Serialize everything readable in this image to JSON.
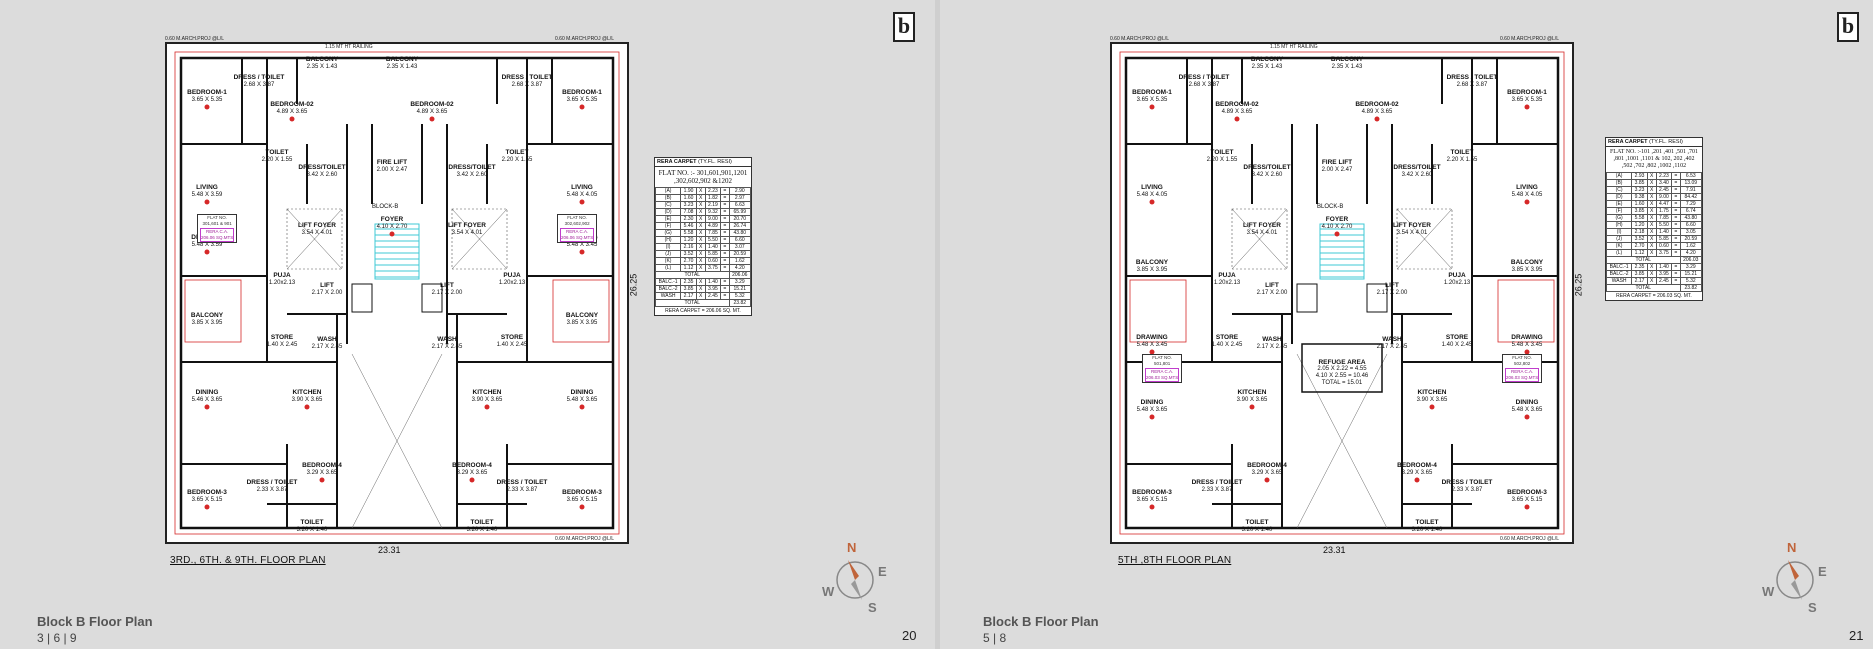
{
  "pages": [
    {
      "plan_title": "3RD., 6TH. & 9TH. FLOOR PLAN",
      "footer_title": "Block B Floor Plan",
      "footer_sub": "3 | 6 | 9",
      "page_number": "20",
      "width_dim": "23.31",
      "height_dim": "26.25",
      "edge_top_left": "0.60 M.ARCH.PROJ @L/L",
      "edge_top_right": "0.60 M.ARCH.PROJ @L/L",
      "edge_bottom_right": "0.60 M.ARCH.PROJ @L/L",
      "edge_railing": "1.15 MT HT RAILING",
      "rooms": {
        "bed1_l": {
          "name": "BEDROOM-1",
          "size": "3.65 X 5.35"
        },
        "dress1_l": {
          "name": "DRESS / TOILET",
          "size": "2.68 X 3.87"
        },
        "bed2_l": {
          "name": "BEDROOM-02",
          "size": "4.89 X 3.65"
        },
        "balc_top_l": {
          "name": "BALCONY",
          "size": "2.35 X 1.43"
        },
        "balc_top_r": {
          "name": "BALCONY",
          "size": "2.35 X 1.43"
        },
        "bed2_r": {
          "name": "BEDROOM-02",
          "size": "4.89 X 3.65"
        },
        "dress1_r": {
          "name": "DRESS / TOILET",
          "size": "2.68 X 3.87"
        },
        "bed1_r": {
          "name": "BEDROOM-1",
          "size": "3.65 X 5.35"
        },
        "living_l": {
          "name": "LIVING",
          "size": "5.48 X 3.59"
        },
        "living_r": {
          "name": "LIVING",
          "size": "5.48 X 4.05"
        },
        "toilet_l": {
          "name": "TOILET",
          "size": "2.20 X 1.55"
        },
        "dresstoilet_cl": {
          "name": "DRESS/TOILET",
          "size": "3.42 X 2.60"
        },
        "firelift": {
          "name": "FIRE LIFT",
          "size": "2.00 X 2.47"
        },
        "dresstoilet_cr": {
          "name": "DRESS/TOILET",
          "size": "3.42 X 2.60"
        },
        "toilet_r": {
          "name": "TOILET",
          "size": "2.20 X 1.55"
        },
        "drawing_l": {
          "name": "DRAWING",
          "size": "5.48 X 3.59"
        },
        "drawing_r": {
          "name": "DRAWING",
          "size": "5.48 X 3.45"
        },
        "liftfoyer_l": {
          "name": "LIFT FOYER",
          "size": "3.54 X 4.01"
        },
        "foyer": {
          "name": "FOYER",
          "size": "4.10 X 2.70"
        },
        "liftfoyer_r": {
          "name": "LIFT FOYER",
          "size": "3.54 X 4.01"
        },
        "balcony_ml": {
          "name": "BALCONY",
          "size": "3.85 X 3.95"
        },
        "balcony_mr": {
          "name": "BALCONY",
          "size": "3.85 X 3.95"
        },
        "puja_l": {
          "name": "PUJA",
          "size": "1.20x2.13"
        },
        "lift_l": {
          "name": "LIFT",
          "size": "2.17 X 2.00"
        },
        "lift_r": {
          "name": "LIFT",
          "size": "2.17 X 2.00"
        },
        "puja_r": {
          "name": "PUJA",
          "size": "1.20x2.13"
        },
        "store_l": {
          "name": "STORE",
          "size": "1.40 X 2.45"
        },
        "wash_l": {
          "name": "WASH",
          "size": "2.17 X 2.45"
        },
        "wash_r": {
          "name": "WASH",
          "size": "2.17 X 2.45"
        },
        "store_r": {
          "name": "STORE",
          "size": "1.40 X 2.45"
        },
        "dining_l": {
          "name": "DINING",
          "size": "5.46 X 3.65"
        },
        "kitchen_l": {
          "name": "KITCHEN",
          "size": "3.90 X 3.65"
        },
        "kitchen_r": {
          "name": "KITCHEN",
          "size": "3.90 X 3.65"
        },
        "dining_r": {
          "name": "DINING",
          "size": "5.48 X 3.65"
        },
        "bed4_l": {
          "name": "BEDROOM-4",
          "size": "3.29 X 3.65"
        },
        "bed4_r": {
          "name": "BEDROOM-4",
          "size": "3.29 X 3.65"
        },
        "bed3_l": {
          "name": "BEDROOM-3",
          "size": "3.65 X 5.15"
        },
        "dress3_l": {
          "name": "DRESS / TOILET",
          "size": "2.33 X 3.87"
        },
        "dress3_r": {
          "name": "DRESS / TOILET",
          "size": "2.33 X 3.87"
        },
        "bed3_r": {
          "name": "BEDROOM-3",
          "size": "3.65 X 5.15"
        },
        "toilet_bl": {
          "name": "TOILET",
          "size": "3.20 X 1.40"
        },
        "toilet_br": {
          "name": "TOILET",
          "size": "3.20 X 1.40"
        }
      },
      "flat_l": {
        "label": "FLAT NO.",
        "nos": "301,601 & 901",
        "rera": "RERA C.A.",
        "area": "206.06 SQ.MTS"
      },
      "flat_r": {
        "label": "FLAT NO.",
        "nos": "302,602,902",
        "rera": "RERA C.A.",
        "area": "206.06 SQ.MTS"
      },
      "block": "BLOCK-B",
      "rera_header": "RERA CARPET",
      "rera_header_sub": "(TY.FL. RESI)",
      "rera_flat": "FLAT NO. :- 301,601,901,1201 ,302,602,902 &1202",
      "rera_rows": [
        [
          "(A)",
          "1.90",
          "X",
          "2.23",
          "=",
          "2.90"
        ],
        [
          "(B)",
          "1.60",
          "X",
          "1.82",
          "=",
          "2.97"
        ],
        [
          "(C)",
          "3.23",
          "X",
          "2.19",
          "=",
          "6.63"
        ],
        [
          "(D)",
          "7.08",
          "X",
          "9.32",
          "=",
          "65.99"
        ],
        [
          "(E)",
          "2.30",
          "X",
          "9.00",
          "=",
          "20.70"
        ],
        [
          "(F)",
          "5.46",
          "X",
          "4.89",
          "=",
          "26.74"
        ],
        [
          "(G)",
          "5.58",
          "X",
          "7.85",
          "=",
          "43.80"
        ],
        [
          "(H)",
          "1.20",
          "X",
          "5.50",
          "=",
          "6.60"
        ],
        [
          "(I)",
          "2.16",
          "X",
          "1.40",
          "=",
          "3.07"
        ],
        [
          "(J)",
          "3.52",
          "X",
          "5.85",
          "=",
          "20.59"
        ],
        [
          "(K)",
          "2.70",
          "X",
          "0.60",
          "=",
          "1.62"
        ],
        [
          "(L)",
          "1.12",
          "X",
          "3.75",
          "=",
          "4.20"
        ]
      ],
      "rera_total_label": "TOTAL",
      "rera_total_value": "206.06",
      "rera_balc_rows": [
        [
          "BALC.-1",
          "2.35",
          "X",
          "1.40",
          "=",
          "3.29"
        ],
        [
          "BALC.-2",
          "3.85",
          "X",
          "3.95",
          "=",
          "15.21"
        ],
        [
          "WASH",
          "2.17",
          "X",
          "2.45",
          "=",
          "5.32"
        ]
      ],
      "rera_total2_value": "23.82",
      "rera_final": "RERA CARPET = 206.06 SQ. MT."
    },
    {
      "plan_title": "5TH ,8TH FLOOR PLAN",
      "footer_title": "Block B Floor Plan",
      "footer_sub": "5 | 8",
      "page_number": "21",
      "width_dim": "23.31",
      "height_dim": "26.25",
      "edge_top_left": "0.60 M.ARCH.PROJ @L/L",
      "edge_top_right": "0.60 M.ARCH.PROJ @L/L",
      "edge_bottom_right": "0.60 M.ARCH.PROJ @L/L",
      "edge_railing": "1.15 MT HT RAILING",
      "rooms": {
        "bed1_l": {
          "name": "BEDROOM-1",
          "size": "3.65 X 5.35"
        },
        "dress1_l": {
          "name": "DRESS / TOILET",
          "size": "2.68 X 3.87"
        },
        "bed2_l": {
          "name": "BEDROOM-02",
          "size": "4.89 X 3.65"
        },
        "balc_top_l": {
          "name": "BALCONY",
          "size": "2.35 X 1.43"
        },
        "balc_top_r": {
          "name": "BALCONY",
          "size": "2.35 X 1.43"
        },
        "bed2_r": {
          "name": "BEDROOM-02",
          "size": "4.89 X 3.65"
        },
        "dress1_r": {
          "name": "DRESS / TOILET",
          "size": "2.68 X 3.87"
        },
        "bed1_r": {
          "name": "BEDROOM-1",
          "size": "3.65 X 5.35"
        },
        "living_l": {
          "name": "LIVING",
          "size": "5.48 X 4.05"
        },
        "living_r": {
          "name": "LIVING",
          "size": "5.48 X 4.05"
        },
        "toilet_l": {
          "name": "TOILET",
          "size": "2.20 X 1.55"
        },
        "dresstoilet_cl": {
          "name": "DRESS/TOILET",
          "size": "3.42 X 2.60"
        },
        "firelift": {
          "name": "FIRE LIFT",
          "size": "2.00 X 2.47"
        },
        "dresstoilet_cr": {
          "name": "DRESS/TOILET",
          "size": "3.42 X 2.60"
        },
        "toilet_r": {
          "name": "TOILET",
          "size": "2.20 X 1.55"
        },
        "drawing_l": {
          "name": "DRAWING",
          "size": "5.48 X 3.45"
        },
        "drawing_r": {
          "name": "DRAWING",
          "size": "5.48 X 3.45"
        },
        "liftfoyer_l": {
          "name": "LIFT FOYER",
          "size": "3.54 X 4.01"
        },
        "foyer": {
          "name": "FOYER",
          "size": "4.10 X 2.70"
        },
        "liftfoyer_r": {
          "name": "LIFT FOYER",
          "size": "3.54 X 4.01"
        },
        "balcony_ml": {
          "name": "BALCONY",
          "size": "3.85 X 3.95"
        },
        "balcony_mr": {
          "name": "BALCONY",
          "size": "3.85 X 3.95"
        },
        "puja_l": {
          "name": "PUJA",
          "size": "1.20x2.13"
        },
        "lift_l": {
          "name": "LIFT",
          "size": "2.17 X 2.00"
        },
        "lift_r": {
          "name": "LIFT",
          "size": "2.17 X 2.00"
        },
        "puja_r": {
          "name": "PUJA",
          "size": "1.20x2.13"
        },
        "store_l": {
          "name": "STORE",
          "size": "1.40 X 2.45"
        },
        "wash_l": {
          "name": "WASH",
          "size": "2.17 X 2.45"
        },
        "wash_r": {
          "name": "WASH",
          "size": "2.17 X 2.45"
        },
        "store_r": {
          "name": "STORE",
          "size": "1.40 X 2.45"
        },
        "dining_l": {
          "name": "DINING",
          "size": "5.48 X 3.65"
        },
        "kitchen_l": {
          "name": "KITCHEN",
          "size": "3.90 X 3.65"
        },
        "kitchen_r": {
          "name": "KITCHEN",
          "size": "3.90 X 3.65"
        },
        "dining_r": {
          "name": "DINING",
          "size": "5.48 X 3.65"
        },
        "bed4_l": {
          "name": "BEDROOM-4",
          "size": "3.29 X 3.65"
        },
        "bed4_r": {
          "name": "BEDROOM-4",
          "size": "3.29 X 3.65"
        },
        "bed3_l": {
          "name": "BEDROOM-3",
          "size": "3.65 X 5.15"
        },
        "dress3_l": {
          "name": "DRESS / TOILET",
          "size": "2.33 X 3.87"
        },
        "dress3_r": {
          "name": "DRESS / TOILET",
          "size": "2.33 X 3.87"
        },
        "bed3_r": {
          "name": "BEDROOM-3",
          "size": "3.65 X 5.15"
        },
        "toilet_bl": {
          "name": "TOILET",
          "size": "3.20 X 1.40"
        },
        "toilet_br": {
          "name": "TOILET",
          "size": "3.20 X 1.40"
        }
      },
      "refuge": {
        "name": "REFUGE AREA",
        "l1": "2.05 X 2.22 = 4.55",
        "l2": "4.10 X 2.55 = 10.46",
        "l3": "TOTAL = 15.01"
      },
      "flat_l": {
        "label": "FLAT NO.",
        "nos": "501,801",
        "rera": "RERA C.A.",
        "area": "206.03 SQ.MTS"
      },
      "flat_r": {
        "label": "FLAT NO.",
        "nos": "502,802",
        "rera": "RERA C.A.",
        "area": "206.03 SQ.MTS"
      },
      "block": "BLOCK-B",
      "rera_header": "RERA CARPET",
      "rera_header_sub": "(TY.FL. RESI)",
      "rera_flat": "FLAT NO. :-101 ,201 ,401 ,501 ,701 ,801 ,1001 ,1101 & 102, 202 ,402 ,502 ,702 ,802 ,1002 ,1102",
      "rera_rows": [
        [
          "(A)",
          "2.93",
          "X",
          "2.23",
          "=",
          "6.53"
        ],
        [
          "(B)",
          "3.85",
          "X",
          "3.40",
          "=",
          "13.09"
        ],
        [
          "(C)",
          "3.23",
          "X",
          "2.45",
          "=",
          "7.91"
        ],
        [
          "(D)",
          "9.38",
          "X",
          "9.00",
          "=",
          "84.42"
        ],
        [
          "(E)",
          "1.60",
          "X",
          "4.47",
          "=",
          "7.29"
        ],
        [
          "(F)",
          "3.85",
          "X",
          "1.75",
          "=",
          "6.74"
        ],
        [
          "(G)",
          "5.58",
          "X",
          "7.85",
          "=",
          "43.80"
        ],
        [
          "(H)",
          "1.20",
          "X",
          "5.50",
          "=",
          "6.60"
        ],
        [
          "(I)",
          "2.18",
          "X",
          "1.40",
          "=",
          "3.05"
        ],
        [
          "(J)",
          "3.52",
          "X",
          "5.85",
          "=",
          "20.59"
        ],
        [
          "(K)",
          "2.70",
          "X",
          "0.60",
          "=",
          "1.62"
        ],
        [
          "(L)",
          "1.12",
          "X",
          "3.75",
          "=",
          "4.20"
        ]
      ],
      "rera_total_label": "TOTAL",
      "rera_total_value": "206.03",
      "rera_balc_rows": [
        [
          "BALC.-1",
          "2.35",
          "X",
          "1.40",
          "=",
          "3.29"
        ],
        [
          "BALC.-2",
          "3.85",
          "X",
          "3.95",
          "=",
          "15.21"
        ],
        [
          "WASH",
          "2.17",
          "X",
          "2.45",
          "=",
          "5.32"
        ]
      ],
      "rera_total2_value": "23.82",
      "rera_final": "RERA CARPET = 206.03 SQ. MT."
    }
  ],
  "compass": {
    "n": "N",
    "e": "E",
    "s": "S",
    "w": "W"
  },
  "logo_letter": "b",
  "colors": {
    "wall": "#111111",
    "redline": "#d62828",
    "stair": "#3fc9d6",
    "flat_tag": "#c03ccc",
    "compass_accent": "#c0643a"
  }
}
